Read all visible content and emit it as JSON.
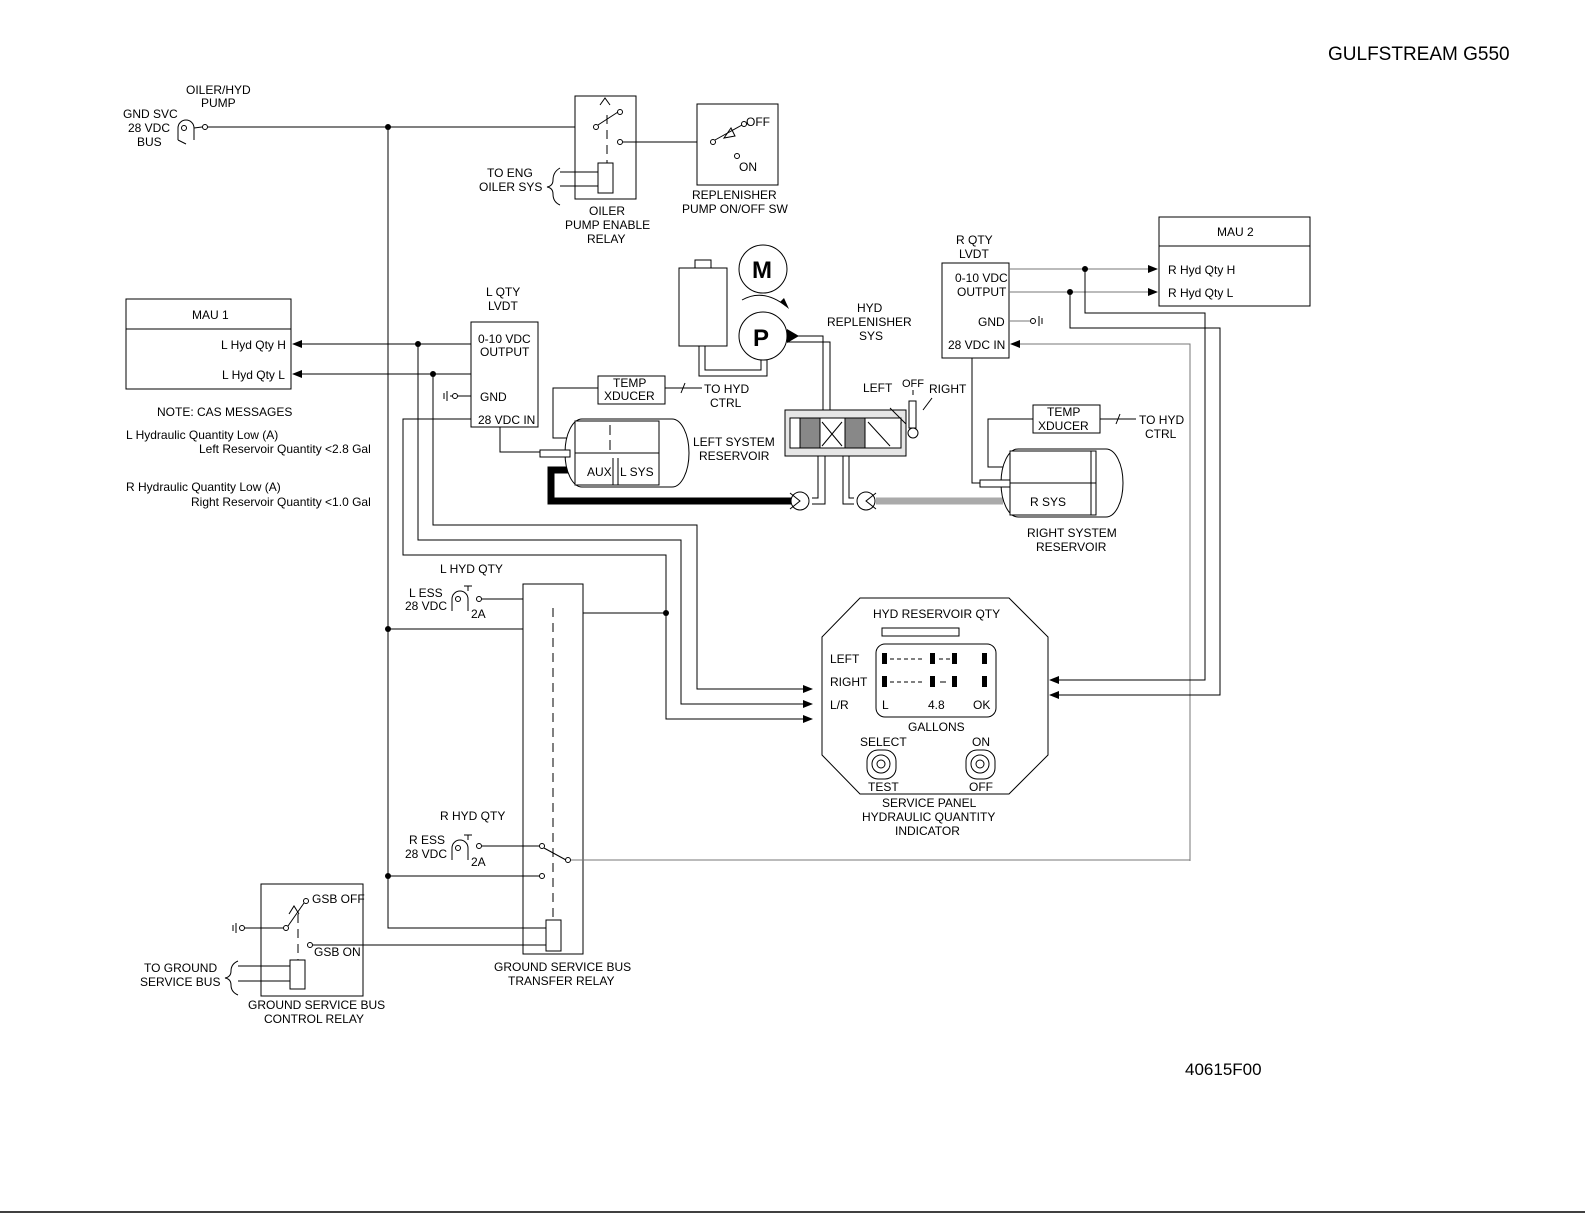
{
  "title": "GULFSTREAM G550",
  "figure_number": "40615F00",
  "power": {
    "gnd_svc_bus": [
      "GND SVC",
      "28 VDC",
      "BUS"
    ],
    "oiler_hyd_pump_cb": [
      "OILER/HYD",
      "PUMP"
    ],
    "l_ess": [
      "L ESS",
      "28 VDC"
    ],
    "l_hyd_qty_cb": "L HYD QTY",
    "l_cb_rating": "2A",
    "r_ess": [
      "R ESS",
      "28 VDC"
    ],
    "r_hyd_qty_cb": "R HYD QTY",
    "r_cb_rating": "2A"
  },
  "oiler_relay": {
    "label": [
      "OILER",
      "PUMP ENABLE",
      "RELAY"
    ],
    "to_eng_oiler": [
      "TO ENG",
      "OILER SYS"
    ]
  },
  "replenisher_switch": {
    "label": [
      "REPLENISHER",
      "PUMP ON/OFF SW"
    ],
    "off": "OFF",
    "on": "ON"
  },
  "mau1": {
    "title": "MAU 1",
    "inputs": [
      "L Hyd Qty H",
      "L Hyd Qty L"
    ]
  },
  "mau2": {
    "title": "MAU 2",
    "inputs": [
      "R Hyd Qty H",
      "R Hyd Qty L"
    ]
  },
  "l_lvdt": {
    "label": [
      "L QTY",
      "LVDT"
    ],
    "output": [
      "0-10 VDC",
      "OUTPUT"
    ],
    "gnd": "GND",
    "power_in": "28 VDC IN"
  },
  "r_lvdt": {
    "label": [
      "R QTY",
      "LVDT"
    ],
    "output": [
      "0-10 VDC",
      "OUTPUT"
    ],
    "gnd": "GND",
    "power_in": "28 VDC IN"
  },
  "notes": {
    "heading": "NOTE: CAS MESSAGES",
    "items": [
      {
        "msg": "L Hydraulic Quantity Low (A)",
        "cond": "Left Reservoir Quantity <2.8 Gal"
      },
      {
        "msg": "R Hydraulic Quantity Low (A)",
        "cond": "Right Reservoir Quantity <1.0 Gal"
      }
    ]
  },
  "replenisher": {
    "label": [
      "HYD",
      "REPLENISHER",
      "SYS"
    ],
    "motor": "M",
    "pump": "P",
    "valve_left": "LEFT",
    "valve_off": "OFF",
    "valve_right": "RIGHT"
  },
  "left_temp_xducer": {
    "label": [
      "TEMP",
      "XDUCER"
    ],
    "to": [
      "TO HYD",
      "CTRL"
    ]
  },
  "right_temp_xducer": {
    "label": [
      "TEMP",
      "XDUCER"
    ],
    "to": [
      "TO HYD",
      "CTRL"
    ]
  },
  "left_reservoir": {
    "label": [
      "LEFT SYSTEM",
      "RESERVOIR"
    ],
    "aux": "AUX",
    "lsys": "L SYS"
  },
  "right_reservoir": {
    "label": [
      "RIGHT SYSTEM",
      "RESERVOIR"
    ],
    "rsys": "R SYS"
  },
  "indicator": {
    "title": "HYD RESERVOIR QTY",
    "rows": [
      "LEFT",
      "RIGHT",
      "L/R"
    ],
    "display_l": "L",
    "display_value": "4.8",
    "display_ok": "OK",
    "units": "GALLONS",
    "select_top": "SELECT",
    "select_bottom": "TEST",
    "on_top": "ON",
    "on_bottom": "OFF",
    "caption": [
      "SERVICE PANEL",
      "HYDRAULIC QUANTITY",
      "INDICATOR"
    ]
  },
  "gsb_transfer_relay": {
    "label": [
      "GROUND SERVICE BUS",
      "TRANSFER RELAY"
    ]
  },
  "gsb_control_relay": {
    "label": [
      "GROUND SERVICE BUS",
      "CONTROL RELAY"
    ],
    "off": "GSB OFF",
    "on": "GSB ON",
    "to_ground": [
      "TO GROUND",
      "SERVICE BUS"
    ]
  }
}
